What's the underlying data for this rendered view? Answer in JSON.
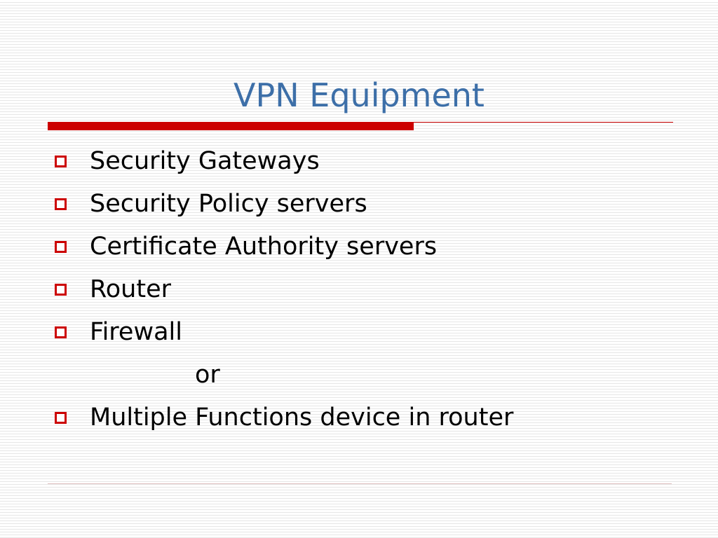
{
  "slide": {
    "title": "VPN Equipment",
    "bullets": [
      "Security Gateways",
      "Security Policy servers",
      "Certificate Authority servers",
      "Router",
      "Firewall"
    ],
    "separator": "or",
    "final_bullet": "Multiple Functions device in router"
  },
  "colors": {
    "title": "#3d6fa8",
    "accent": "#cc0000",
    "text": "#000000"
  },
  "icons": {
    "bullet": "hollow-square-bullet-icon"
  }
}
